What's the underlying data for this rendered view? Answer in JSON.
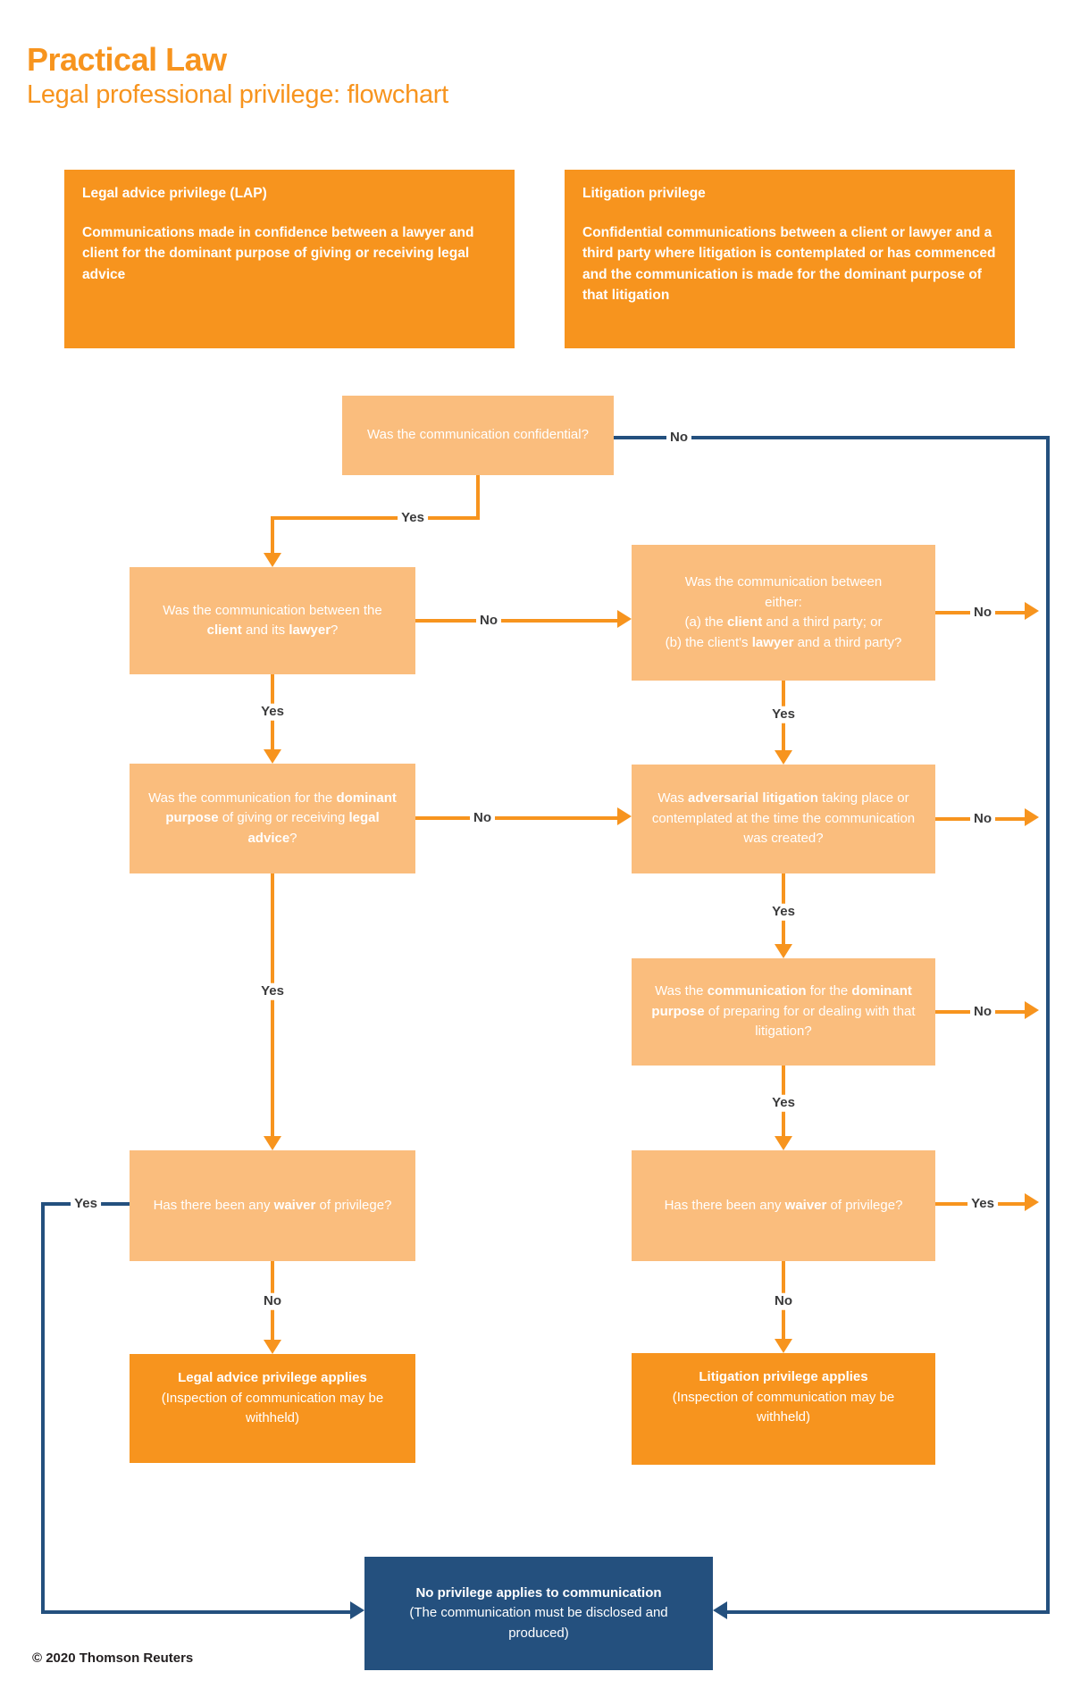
{
  "header": {
    "brand": "Practical Law",
    "title": "Legal professional privilege: flowchart"
  },
  "footer": {
    "copyright": "© 2020 Thomson Reuters"
  },
  "colors": {
    "orange": "#F7941E",
    "light_orange": "#FABD7D",
    "navy": "#24507E",
    "label_text": "#3A3A3B"
  },
  "definitions": {
    "lap": {
      "title": "Legal advice privilege (LAP)",
      "body": "Communications made in confidence between a lawyer and client for the dominant purpose of giving or receiving legal advice"
    },
    "litigation": {
      "title": "Litigation privilege",
      "body": "Confidential communications between a client or lawyer and a third party where litigation is contemplated or has commenced and the communication is made for the dominant purpose of that litigation"
    }
  },
  "nodes": {
    "confidential": {
      "segments": [
        {
          "t": "Was the communication confidential?"
        }
      ]
    },
    "client_lawyer": {
      "segments": [
        {
          "t": "Was the communication between the "
        },
        {
          "t": "client",
          "b": true
        },
        {
          "t": " and its "
        },
        {
          "t": "lawyer",
          "b": true
        },
        {
          "t": "?"
        }
      ]
    },
    "between_either": {
      "segments": [
        {
          "t": "Was the communication between"
        },
        {
          "br": true
        },
        {
          "t": "either:"
        },
        {
          "br": true
        },
        {
          "t": "(a) the "
        },
        {
          "t": "client",
          "b": true
        },
        {
          "t": " and a third party; or"
        },
        {
          "br": true
        },
        {
          "t": "(b) the client's "
        },
        {
          "t": "lawyer",
          "b": true
        },
        {
          "t": " and a third party?"
        }
      ]
    },
    "dominant_advice": {
      "segments": [
        {
          "t": "Was the communication for the "
        },
        {
          "t": "dominant purpose",
          "b": true
        },
        {
          "t": " of giving or receiving "
        },
        {
          "t": "legal advice",
          "b": true
        },
        {
          "t": "?"
        }
      ]
    },
    "adversarial": {
      "segments": [
        {
          "t": "Was "
        },
        {
          "t": "adversarial litigation",
          "b": true
        },
        {
          "t": " taking place or contemplated at the time the communication was created?"
        }
      ]
    },
    "dominant_litigation": {
      "segments": [
        {
          "t": "Was the "
        },
        {
          "t": "communication",
          "b": true
        },
        {
          "t": " for the "
        },
        {
          "t": "dominant purpose",
          "b": true
        },
        {
          "t": " of preparing for or dealing with that litigation?"
        }
      ]
    },
    "waiver_left": {
      "segments": [
        {
          "t": "Has there been any "
        },
        {
          "t": "waiver",
          "b": true
        },
        {
          "t": " of privilege?"
        }
      ]
    },
    "waiver_right": {
      "segments": [
        {
          "t": "Has there been any "
        },
        {
          "t": "waiver",
          "b": true
        },
        {
          "t": " of privilege?"
        }
      ]
    },
    "lap_applies": {
      "segments": [
        {
          "t": "Legal advice privilege applies",
          "b": true
        },
        {
          "br": true
        },
        {
          "t": "(Inspection of communication may be withheld)"
        }
      ]
    },
    "litigation_applies": {
      "segments": [
        {
          "t": "Litigation privilege applies",
          "b": true
        },
        {
          "br": true
        },
        {
          "t": "(Inspection of communication may be withheld)"
        }
      ]
    },
    "no_privilege": {
      "segments": [
        {
          "t": "No privilege applies to communication",
          "b": true
        },
        {
          "br": true
        },
        {
          "t": "(The communication must be disclosed and produced)"
        }
      ]
    }
  },
  "labels": {
    "conf_no": "No",
    "conf_yes": "Yes",
    "l1_no": "No",
    "l1_yes": "Yes",
    "r1_no": "No",
    "r1_yes": "Yes",
    "l2_no": "No",
    "l2_yes": "Yes",
    "r2_no": "No",
    "r2_yes": "Yes",
    "r3_no": "No",
    "r3_yes": "Yes",
    "lw_yes": "Yes",
    "lw_no": "No",
    "rw_yes": "Yes",
    "rw_no": "No"
  }
}
